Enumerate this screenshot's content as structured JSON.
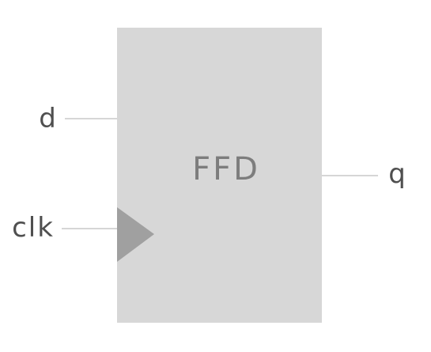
{
  "block": {
    "label": "FFD",
    "fill_color": "#d7d7d7",
    "text_color": "#7d7d7d"
  },
  "ports": {
    "d": {
      "label": "d"
    },
    "clk": {
      "label": "clk"
    },
    "q": {
      "label": "q"
    }
  },
  "wire_color": "#d6d6d6",
  "clock_marker_color": "#a0a0a0",
  "port_text_color": "#4f4f4f"
}
